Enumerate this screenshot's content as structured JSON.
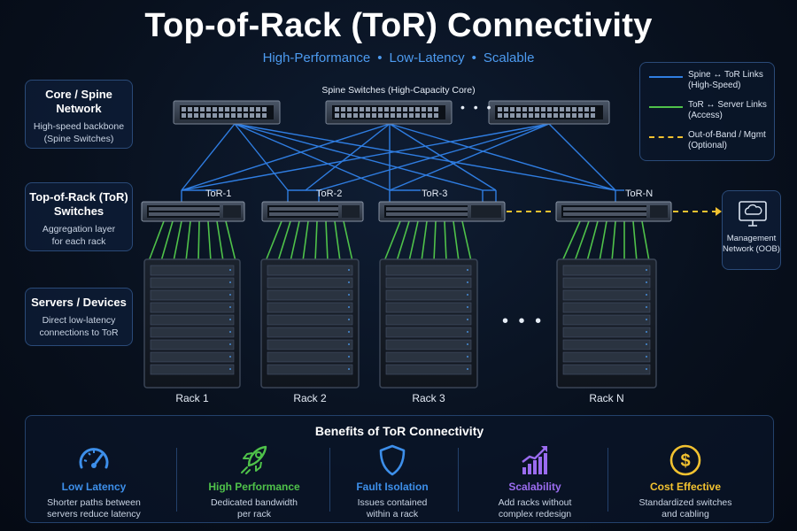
{
  "title": "Top-of-Rack (ToR) Connectivity",
  "subtitle": {
    "part1": "High-Performance",
    "part2": "Low-Latency",
    "part3": "Scalable",
    "separator": "•"
  },
  "layers": [
    {
      "title": "Core / Spine Network",
      "desc": "High-speed backbone (Spine Switches)"
    },
    {
      "title": "Top-of-Rack (ToR) Switches",
      "desc": "Aggregation layer for each rack"
    },
    {
      "title": "Servers / Devices",
      "desc": "Direct low-latency connections to ToR"
    }
  ],
  "spine_label": "Spine Switches (High-Capacity Core)",
  "tor_labels": [
    "ToR-1",
    "ToR-2",
    "ToR-3",
    "ToR-N"
  ],
  "rack_labels": [
    "Rack 1",
    "Rack 2",
    "Rack 3",
    "Rack N"
  ],
  "ellipsis": "• • •",
  "legend": [
    {
      "text": "Spine ↔ ToR Links (High-Speed)",
      "color": "#2f7de1"
    },
    {
      "text": "ToR ↔ Server Links (Access)",
      "color": "#4fc24a"
    },
    {
      "text": "Out-of-Band / Mgmt (Optional)",
      "color": "#f2c230"
    }
  ],
  "management": "Management Network (OOB)",
  "benefits_title": "Benefits of ToR Connectivity",
  "benefits": [
    {
      "title": "Low Latency",
      "desc": "Shorter paths between servers reduce latency",
      "color": "#3d8fea",
      "icon": "speedometer-icon"
    },
    {
      "title": "High Performance",
      "desc": "Dedicated bandwidth per rack",
      "color": "#4fc24a",
      "icon": "rocket-icon"
    },
    {
      "title": "Fault Isolation",
      "desc": "Issues contained within a rack",
      "color": "#3d8fea",
      "icon": "shield-icon"
    },
    {
      "title": "Scalability",
      "desc": "Add racks without complex redesign",
      "color": "#9b6cf0",
      "icon": "growth-chart-icon"
    },
    {
      "title": "Cost Effective",
      "desc": "Standardized switches and cabling",
      "color": "#f2c230",
      "icon": "dollar-coin-icon"
    }
  ],
  "colors": {
    "spine_link": "#2f7de1",
    "server_link": "#4fc24a",
    "mgmt_link": "#f2c230",
    "accent": "#4d9bf0"
  }
}
